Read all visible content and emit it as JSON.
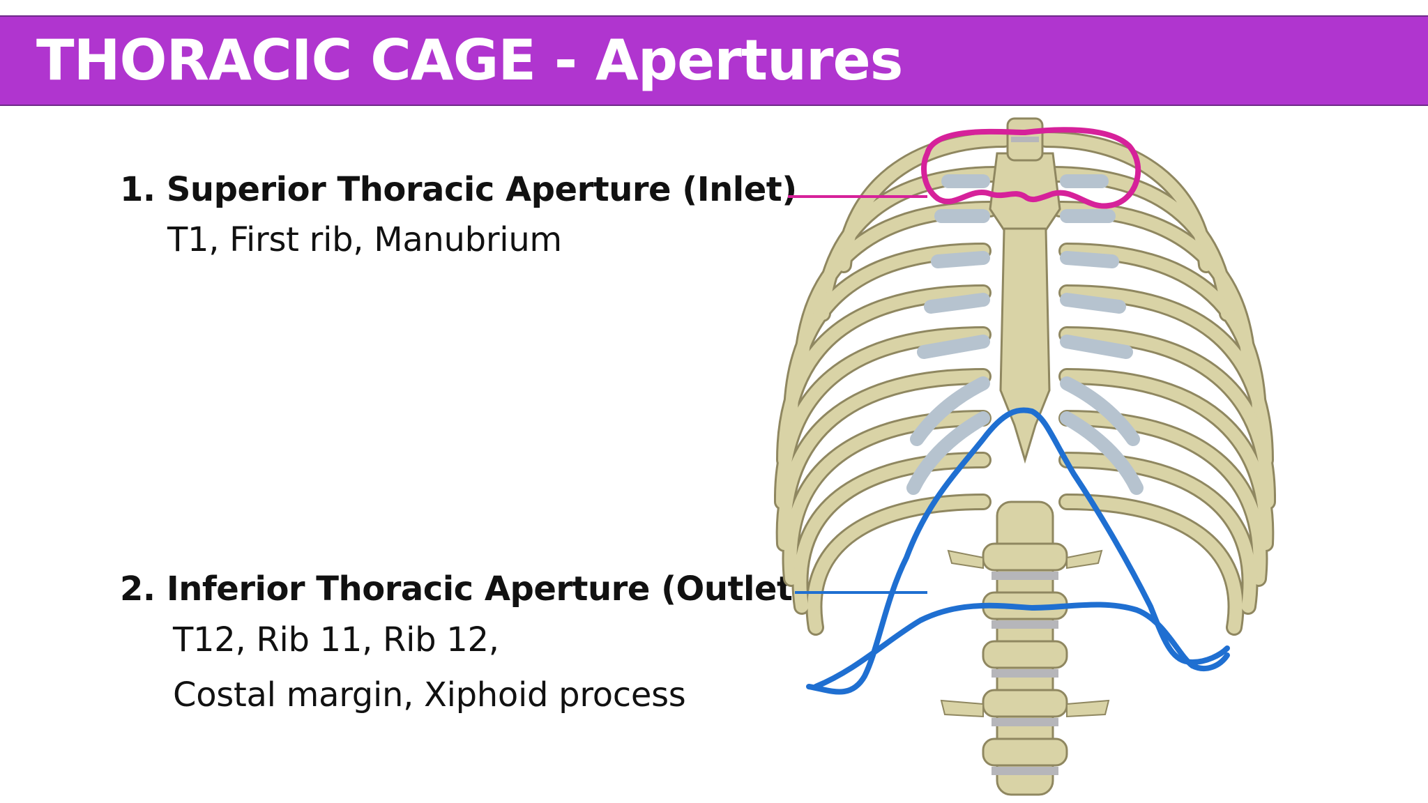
{
  "slide": {
    "title": "THORACIC CAGE - Apertures",
    "accent_color": "#b035cf"
  },
  "sections": [
    {
      "heading": "1. Superior Thoracic Aperture (Inlet)",
      "details": [
        "T1, First rib, Manubrium"
      ]
    },
    {
      "heading": "2. Inferior Thoracic Aperture (Outlet)",
      "details": [
        "T12, Rib 11, Rib 12,",
        "Costal margin, Xiphoid process"
      ]
    }
  ],
  "figure": {
    "subject": "thoracic cage anterior view",
    "inlet_outline_color": "#d6219a",
    "outlet_outline_color": "#1f6fd1",
    "bone_color": "#d9d3a6",
    "cartilage_color": "#b6c3cf"
  }
}
